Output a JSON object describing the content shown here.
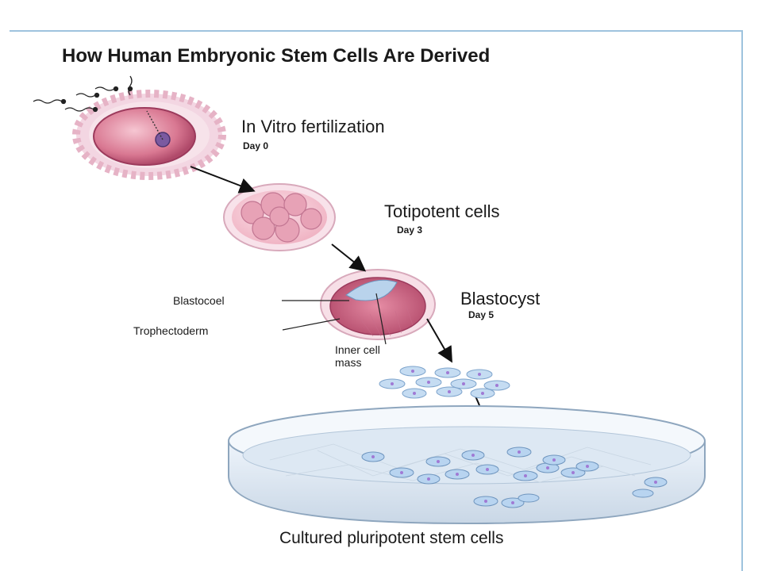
{
  "title": "How Human Embryonic Stem Cells Are Derived",
  "stages": [
    {
      "name": "In Vitro fertilization",
      "day": "Day 0"
    },
    {
      "name": "Totipotent cells",
      "day": "Day 3"
    },
    {
      "name": "Blastocyst",
      "day": "Day 5"
    }
  ],
  "labels": {
    "blastocoel": "Blastocoel",
    "trophectoderm": "Trophectoderm",
    "inner_cell_mass": "Inner cell mass"
  },
  "caption": "Cultured pluripotent stem cells",
  "colors": {
    "frame": "#9ec3de",
    "cell_pink": "#e8a0b4",
    "cell_deep": "#c85a7a",
    "stem_cell": "#b8d4f0",
    "nucleus": "#9a7ad0"
  }
}
